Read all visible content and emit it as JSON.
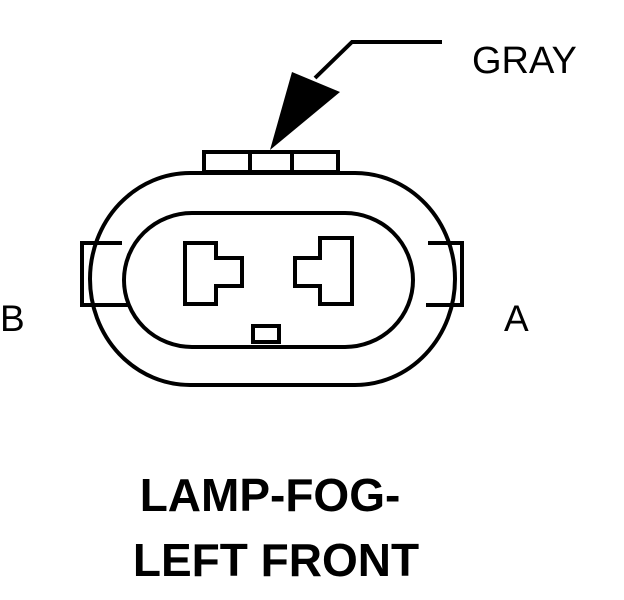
{
  "diagram": {
    "wire_color_label": "GRAY",
    "pin_labels": {
      "left": "B",
      "right": "A"
    },
    "title_lines": [
      "LAMP-FOG-",
      "LEFT FRONT"
    ],
    "colors": {
      "ink": "#000000",
      "background": "#ffffff"
    }
  }
}
